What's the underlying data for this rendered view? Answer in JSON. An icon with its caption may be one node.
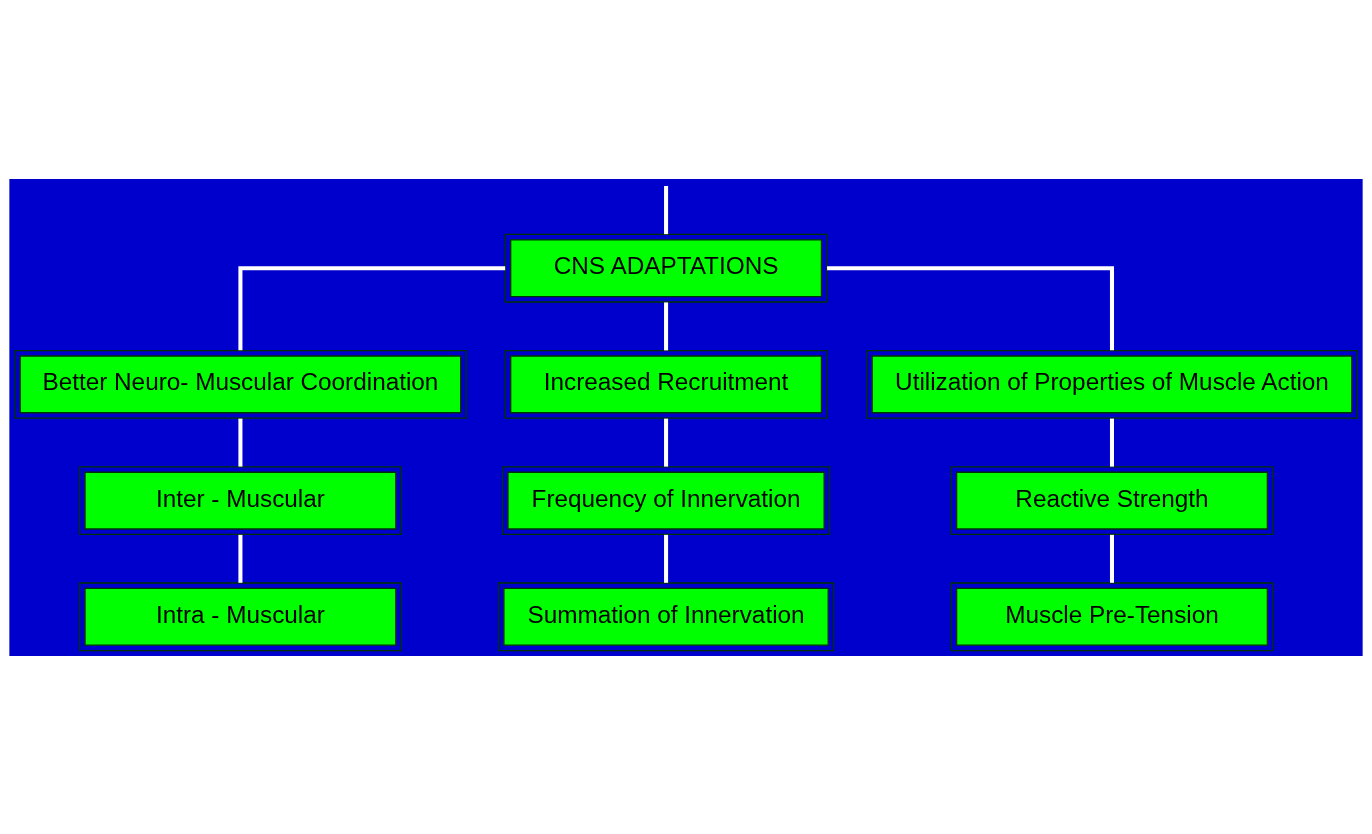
{
  "diagram": {
    "nodes": [
      {
        "text": [
          "CNS ADAPTATIONS"
        ]
      },
      {
        "text": [
          "Better Neuro- Muscular Coordination"
        ]
      },
      {
        "text": [
          "Increased Recruitment"
        ]
      },
      {
        "text": [
          "Utilization of Properties of Muscle Action"
        ]
      },
      {
        "text": [
          "Inter - Muscular"
        ]
      },
      {
        "text": [
          "Frequency of Innervation"
        ]
      },
      {
        "text": [
          "Reactive Strength"
        ]
      },
      {
        "text": [
          "Intra - Muscular"
        ]
      },
      {
        "text": [
          "Summation of Innervation"
        ]
      },
      {
        "text": [
          "Muscle Pre-Tension"
        ]
      }
    ],
    "edges": [
      {
        "from": null,
        "to": 0,
        "arrow": "none"
      },
      {
        "from": 0,
        "to": 1,
        "arrow": "none"
      },
      {
        "from": 0,
        "to": 2,
        "arrow": "none"
      },
      {
        "from": 0,
        "to": 3,
        "arrow": "none"
      },
      {
        "from": 1,
        "to": 4,
        "arrow": "none"
      },
      {
        "from": 4,
        "to": 7,
        "arrow": "none"
      },
      {
        "from": 2,
        "to": 5,
        "arrow": "none"
      },
      {
        "from": 5,
        "to": 8,
        "arrow": "none"
      },
      {
        "from": 3,
        "to": 6,
        "arrow": "none"
      },
      {
        "from": 6,
        "to": 9,
        "arrow": "none"
      }
    ]
  }
}
